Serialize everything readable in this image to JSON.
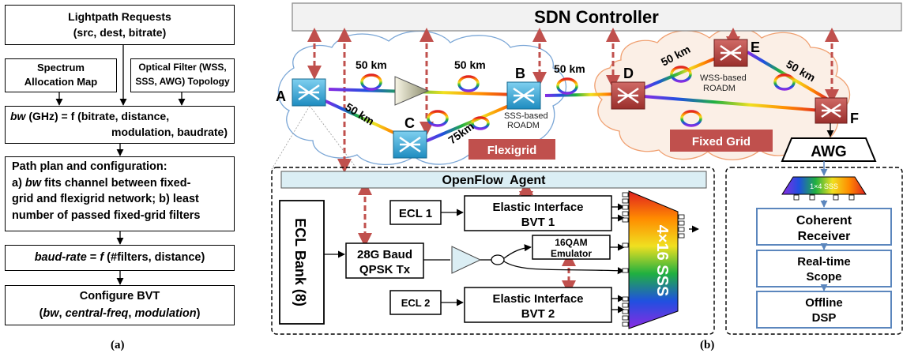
{
  "flowchart": {
    "requests": [
      "Lightpath Requests",
      "(src, dest, bitrate)"
    ],
    "spectrum": [
      "Spectrum",
      "Allocation Map"
    ],
    "filter": [
      "Optical Filter (WSS,",
      "SSS, AWG) Topology"
    ],
    "bw": {
      "line1_var": "bw",
      "line1_rest": " (GHz) = f (bitrate, distance,",
      "line2": "modulation, baudrate)"
    },
    "plan": {
      "title": "Path plan and configuration:",
      "a_prefix": "a) ",
      "a_var": "bw",
      "a_rest": " fits channel between fixed-",
      "line3": "grid and flexigrid network; b) least",
      "line4": "number of passed fixed-grid filters"
    },
    "baud": {
      "var": "baud-rate",
      "eq": " = ",
      "f": "f",
      "rest": " (#filters, distance)"
    },
    "bvt": {
      "title": "Configure BVT",
      "open": "(",
      "var1": "bw",
      "sep1": ", ",
      "var2": "central-freq",
      "sep2": ", ",
      "var3": "modulation",
      "close": ")"
    }
  },
  "captions": {
    "a": "(a)",
    "b": "(b)"
  },
  "network": {
    "controller": "SDN Controller",
    "nodes": {
      "A": "A",
      "B": "B",
      "C": "C",
      "D": "D",
      "E": "E",
      "F": "F"
    },
    "spans": {
      "a_ring": "50 km",
      "ring2": "50 km",
      "bd": "50 km",
      "ac": "50 km",
      "cb": "75km",
      "de": "50 km",
      "ef": "50 km"
    },
    "sss_roadm": [
      "SSS-based",
      "ROADM"
    ],
    "wss_roadm": [
      "WSS-based",
      "ROADM"
    ],
    "flexigrid": "Flexigrid",
    "fixed_grid": "Fixed Grid",
    "awg": "AWG"
  },
  "testbed": {
    "agent": "OpenFlow  Agent",
    "ecl_bank": "ECL Bank (8)",
    "ecl1": "ECL 1",
    "bvt1": [
      "Elastic Interface",
      "BVT 1"
    ],
    "tx": [
      "28G Baud",
      "QPSK Tx"
    ],
    "emu": [
      "16QAM",
      "Emulator"
    ],
    "ecl2": "ECL 2",
    "bvt2": [
      "Elastic Interface",
      "BVT 2"
    ],
    "sss": "4×16 SSS"
  },
  "receiver": {
    "sss_small": "1×4 SSS",
    "coherent": [
      "Coherent",
      "Receiver"
    ],
    "scope": [
      "Real-time",
      "Scope"
    ],
    "dsp": [
      "Offline",
      "DSP"
    ]
  },
  "colors": {
    "accent_red": "#c0504d",
    "agent_fill": "#dbeef4",
    "cloud_blue": "#7aa6d6",
    "cloud_orange": "#f0a071",
    "box_blue": "#5b86bd",
    "switch_blue": "#3aa9d8",
    "switch_red": "#b13f3c"
  }
}
